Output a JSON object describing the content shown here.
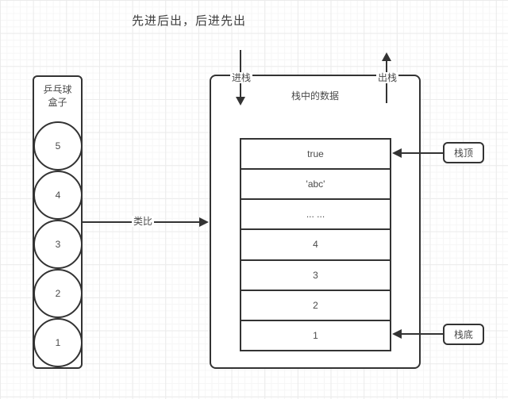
{
  "title": "先进后出，后进先出",
  "colors": {
    "stroke": "#333333",
    "text": "#4a4a4a",
    "background": "#ffffff",
    "grid_minor": "#f6f6f6",
    "grid_major": "#ebebeb"
  },
  "ping_pong_box": {
    "label_line1": "乒乓球",
    "label_line2": "盒子",
    "balls": [
      "5",
      "4",
      "3",
      "2",
      "1"
    ]
  },
  "analogy_arrow": {
    "label": "类比"
  },
  "stack_box": {
    "title": "栈中的数据",
    "push_label": "进栈",
    "pop_label": "出栈",
    "cells": [
      "true",
      "'abc'",
      "... ...",
      "4",
      "3",
      "2",
      "1"
    ]
  },
  "callouts": {
    "top": "栈顶",
    "bottom": "栈底"
  }
}
